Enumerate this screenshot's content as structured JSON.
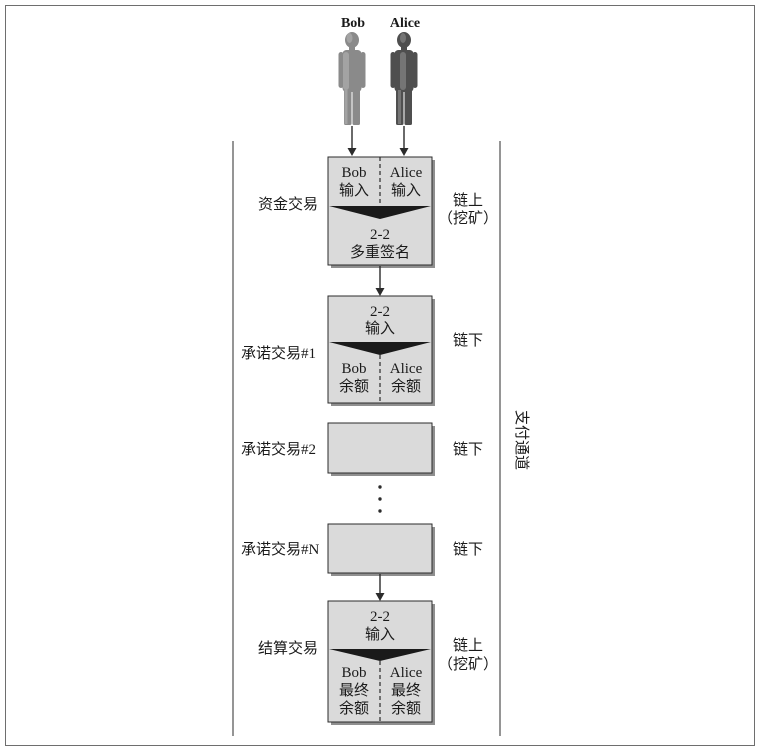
{
  "actors": {
    "bob": "Bob",
    "alice": "Alice"
  },
  "channel_label": "支付通道",
  "funding_tx": {
    "label": "资金交易",
    "inputs": [
      {
        "owner": "Bob",
        "kind": "输入"
      },
      {
        "owner": "Alice",
        "kind": "输入"
      }
    ],
    "output": {
      "line1": "2-2",
      "line2": "多重签名"
    },
    "chain": {
      "line1": "链上",
      "line2": "（挖矿）"
    }
  },
  "commitment_txs": [
    {
      "label": "承诺交易#1",
      "input": {
        "line1": "2-2",
        "line2": "输入"
      },
      "outputs": [
        {
          "owner": "Bob",
          "kind": "余额"
        },
        {
          "owner": "Alice",
          "kind": "余额"
        }
      ],
      "chain": "链下"
    },
    {
      "label": "承诺交易#2",
      "chain": "链下"
    },
    {
      "label": "承诺交易#N",
      "chain": "链下"
    }
  ],
  "settlement_tx": {
    "label": "结算交易",
    "input": {
      "line1": "2-2",
      "line2": "输入"
    },
    "outputs": [
      {
        "owner": "Bob",
        "line2": "最终",
        "line3": "余额"
      },
      {
        "owner": "Alice",
        "line2": "最终",
        "line3": "余额"
      }
    ],
    "chain": {
      "line1": "链上",
      "line2": "（挖矿）"
    }
  },
  "colors": {
    "box_fill": "#dadada",
    "box_shadow": "#8f8f8f",
    "line": "#2b2b2b",
    "funnel": "#1a1a1a",
    "bob_figure": "#8a8a8a",
    "alice_figure": "#4f4f4f",
    "frame": "#6e6e6e"
  }
}
